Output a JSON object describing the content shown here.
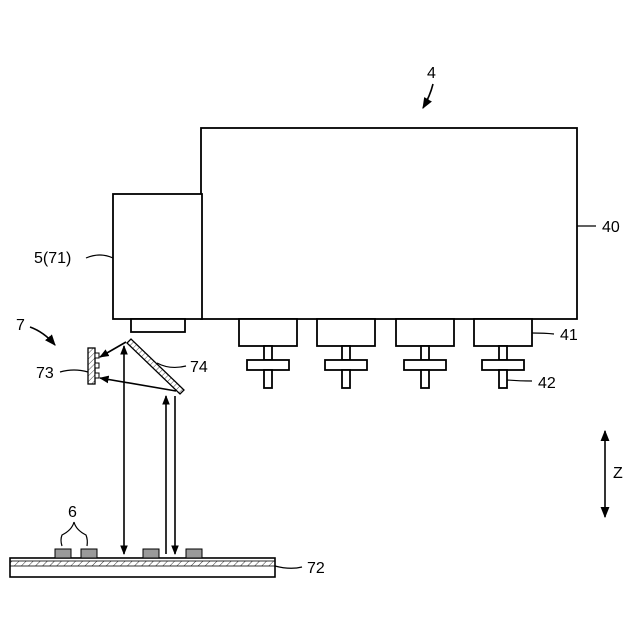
{
  "labels": {
    "machine": "4",
    "body": "40",
    "camera": "5(71)",
    "optical_unit": "7",
    "mirror_bracket": "73",
    "mirror": "74",
    "head": "41",
    "nozzle": "42",
    "components": "6",
    "board": "72",
    "axis": "Z"
  },
  "colors": {
    "line": "#000000",
    "component_fill": "#9a9a9a",
    "board_hatch": "#000000",
    "background": "#ffffff"
  }
}
